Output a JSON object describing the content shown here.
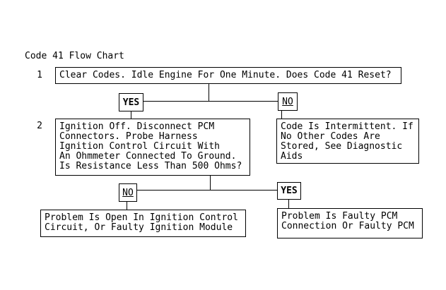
{
  "flowchart": {
    "title": "Code 41 Flow Chart",
    "nodes": {
      "step1": {
        "number": "1",
        "text": "Clear Codes. Idle Engine For One Minute. Does Code 41 Reset?"
      },
      "step2": {
        "number": "2",
        "text": "Ignition Off. Disconnect PCM\nConnectors. Probe Harness\nIgnition Control Circuit With\nAn Ohmmeter Connected To Ground.\nIs Resistance Less Than 500 Ohms?"
      },
      "intermittent": {
        "text": "Code Is Intermittent. If\nNo Other Codes Are\nStored, See Diagnostic\nAids"
      },
      "open_circuit": {
        "text": "Problem Is Open In Ignition Control\nCircuit, Or Faulty Ignition Module"
      },
      "faulty_pcm": {
        "text": "Problem Is Faulty PCM\nConnection Or Faulty PCM"
      }
    },
    "labels": {
      "yes1": "YES",
      "no1": "NO",
      "no2": "NO",
      "yes2": "YES"
    },
    "colors": {
      "background": "#ffffff",
      "foreground": "#000000"
    }
  }
}
